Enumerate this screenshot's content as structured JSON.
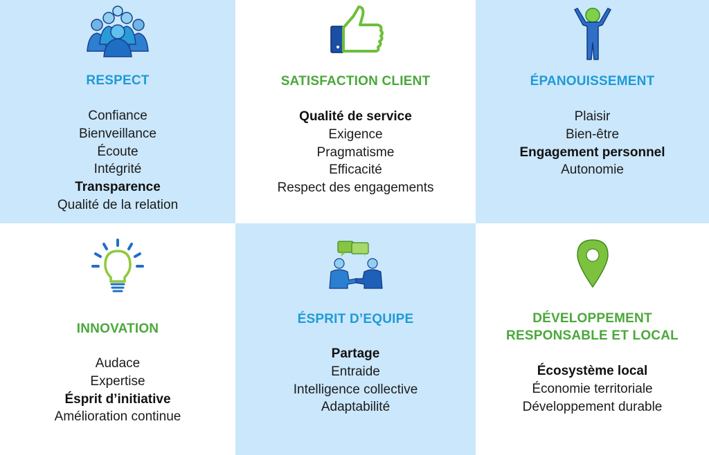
{
  "colors": {
    "light_blue": "#cbe7fb",
    "white": "#ffffff",
    "blue_title": "#1f9ad6",
    "green_title": "#4aa83a"
  },
  "cards": [
    {
      "icon": "people-group-icon",
      "title": "RESPECT",
      "title_color": "#1f9ad6",
      "bg": "#cbe7fb",
      "items": [
        {
          "text": "Confiance",
          "bold": false
        },
        {
          "text": "Bienveillance",
          "bold": false
        },
        {
          "text": "Écoute",
          "bold": false
        },
        {
          "text": "Intégrité",
          "bold": false
        },
        {
          "text": "Transparence",
          "bold": true
        },
        {
          "text": "Qualité de la relation",
          "bold": false
        }
      ]
    },
    {
      "icon": "thumbs-up-icon",
      "title": "SATISFACTION CLIENT",
      "title_color": "#4aa83a",
      "bg": "#ffffff",
      "items": [
        {
          "text": "Qualité de service",
          "bold": true
        },
        {
          "text": "Exigence",
          "bold": false
        },
        {
          "text": "Pragmatisme",
          "bold": false
        },
        {
          "text": "Efficacité",
          "bold": false
        },
        {
          "text": "Respect des engagements",
          "bold": false
        }
      ]
    },
    {
      "icon": "person-arms-up-icon",
      "title": "ÉPANOUISSEMENT",
      "title_color": "#1f9ad6",
      "bg": "#cbe7fb",
      "items": [
        {
          "text": "Plaisir",
          "bold": false
        },
        {
          "text": "Bien-être",
          "bold": false
        },
        {
          "text": "Engagement personnel",
          "bold": true
        },
        {
          "text": "Autonomie",
          "bold": false
        }
      ]
    },
    {
      "icon": "lightbulb-icon",
      "title": "INNOVATION",
      "title_color": "#4aa83a",
      "bg": "#ffffff",
      "items": [
        {
          "text": "Audace",
          "bold": false
        },
        {
          "text": "Expertise",
          "bold": false
        },
        {
          "text": "Ésprit d’initiative",
          "bold": true
        },
        {
          "text": "Amélioration continue",
          "bold": false
        }
      ]
    },
    {
      "icon": "team-chat-icon",
      "title": "ÉSPRIT D’EQUIPE",
      "title_color": "#1f9ad6",
      "bg": "#cbe7fb",
      "items": [
        {
          "text": "Partage",
          "bold": true
        },
        {
          "text": "Entraide",
          "bold": false
        },
        {
          "text": "Intelligence collective",
          "bold": false
        },
        {
          "text": "Adaptabilité",
          "bold": false
        }
      ]
    },
    {
      "icon": "map-pin-icon",
      "title": "DÉVELOPPEMENT",
      "title_line2": "RESPONSABLE ET LOCAL",
      "title_color": "#4aa83a",
      "bg": "#ffffff",
      "items": [
        {
          "text": "Écosystème local",
          "bold": true
        },
        {
          "text": "Économie territoriale",
          "bold": false
        },
        {
          "text": "Développement durable",
          "bold": false
        }
      ]
    }
  ]
}
